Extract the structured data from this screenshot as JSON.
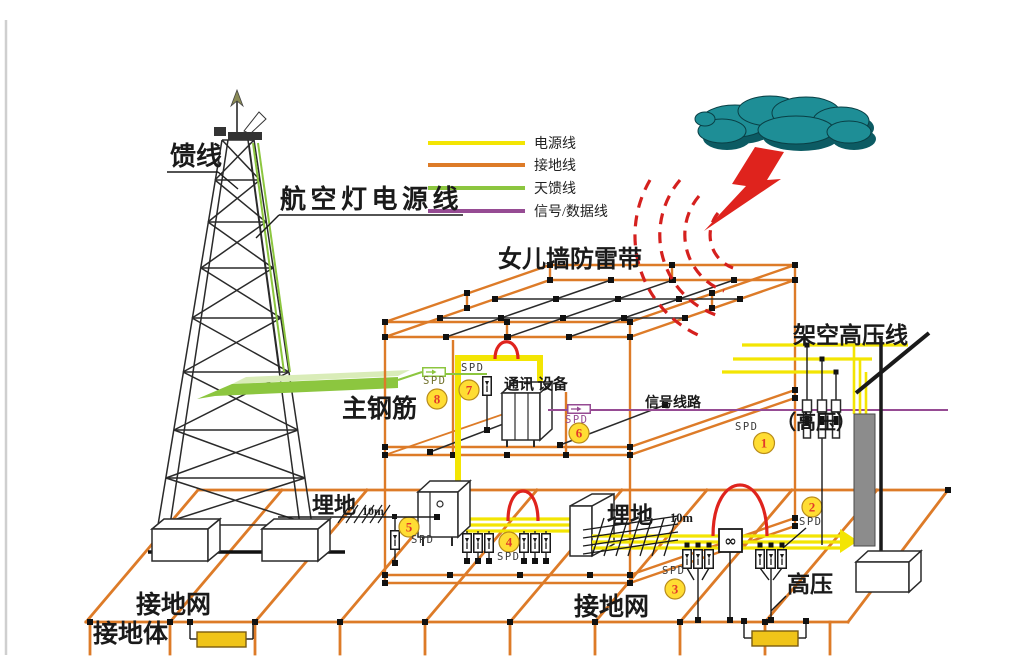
{
  "legend": {
    "items": [
      {
        "label": "电源线",
        "color": "#F3E503"
      },
      {
        "label": "接地线",
        "color": "#DD7B28"
      },
      {
        "label": "天馈线",
        "color": "#8CC63F"
      },
      {
        "label": "信号/数据线",
        "color": "#964B93"
      }
    ]
  },
  "labels": {
    "feeder": "馈线",
    "aviation_power": "航空灯电源线",
    "parapet_belt": "女儿墙防雷带",
    "main_rebar": "主钢筋",
    "comm_equipment": "通讯 设备",
    "signal_circuit": "信号线路",
    "overhead_hv": "架空高压线",
    "hv_paren": "（高压）",
    "hv": "高压",
    "buried_left": "埋地",
    "buried_left_dist": "10m",
    "buried_right": "埋地",
    "buried_right_dist": "10m",
    "ground_net_left": "接地网",
    "ground_net_right": "接地网",
    "ground_body": "接地体",
    "meter_symbol": "∞"
  },
  "spd": {
    "label": "SPD",
    "badges": [
      {
        "num": "1"
      },
      {
        "num": "2"
      },
      {
        "num": "3"
      },
      {
        "num": "4"
      },
      {
        "num": "5"
      },
      {
        "num": "6"
      },
      {
        "num": "7"
      },
      {
        "num": "8"
      }
    ]
  },
  "colors": {
    "power_line": "#F3E503",
    "ground_line": "#DD7B28",
    "feeder_line": "#8CC63F",
    "signal_line": "#964B93",
    "lightning": "#DF231D",
    "cloud": "#1E8E96",
    "badge_fill": "#FFDD33",
    "badge_number": "#E2392B",
    "electrode": "#F0C419",
    "riser_gray": "#8C8C8C"
  }
}
